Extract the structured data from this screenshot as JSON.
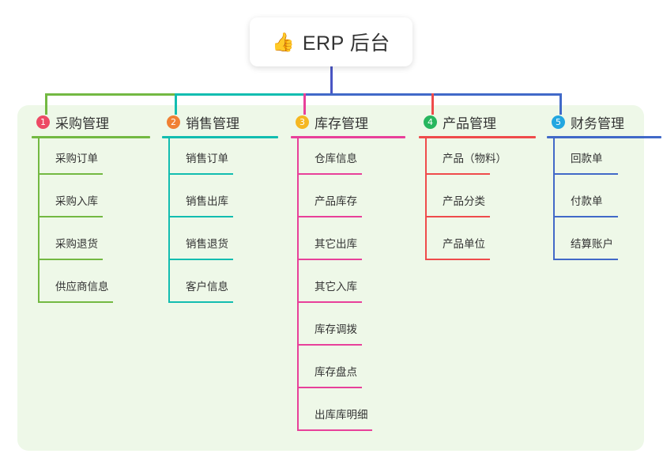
{
  "root": {
    "icon": "thumbs-up-icon",
    "emoji": "👍",
    "title": "ERP 后台"
  },
  "palette": {
    "panel_bg": "#eef8e8",
    "page_bg": "#ffffff",
    "root_stem": "#4a56c4",
    "text": "#333333"
  },
  "columns": [
    {
      "number": "1",
      "title": "采购管理",
      "badge_color": "#ed4a65",
      "line_color": "#73b942",
      "items": [
        {
          "label": "采购订单"
        },
        {
          "label": "采购入库"
        },
        {
          "label": "采购退货"
        },
        {
          "label": "供应商信息"
        }
      ]
    },
    {
      "number": "2",
      "title": "销售管理",
      "badge_color": "#f08033",
      "line_color": "#12bdb0",
      "items": [
        {
          "label": "销售订单"
        },
        {
          "label": "销售出库"
        },
        {
          "label": "销售退货"
        },
        {
          "label": "客户信息"
        }
      ]
    },
    {
      "number": "3",
      "title": "库存管理",
      "badge_color": "#f5b721",
      "line_color": "#e8409a",
      "items": [
        {
          "label": "仓库信息"
        },
        {
          "label": "产品库存"
        },
        {
          "label": "其它出库"
        },
        {
          "label": "其它入库"
        },
        {
          "label": "库存调拨"
        },
        {
          "label": "库存盘点"
        },
        {
          "label": "出库库明细"
        }
      ]
    },
    {
      "number": "4",
      "title": "产品管理",
      "badge_color": "#27b65e",
      "line_color": "#ef4b4b",
      "items": [
        {
          "label": "产品（物料）"
        },
        {
          "label": "产品分类"
        },
        {
          "label": "产品单位"
        }
      ]
    },
    {
      "number": "5",
      "title": "财务管理",
      "badge_color": "#22a7e0",
      "line_color": "#4169c8",
      "items": [
        {
          "label": "回款单"
        },
        {
          "label": "付款单"
        },
        {
          "label": "结算账户"
        }
      ]
    }
  ]
}
